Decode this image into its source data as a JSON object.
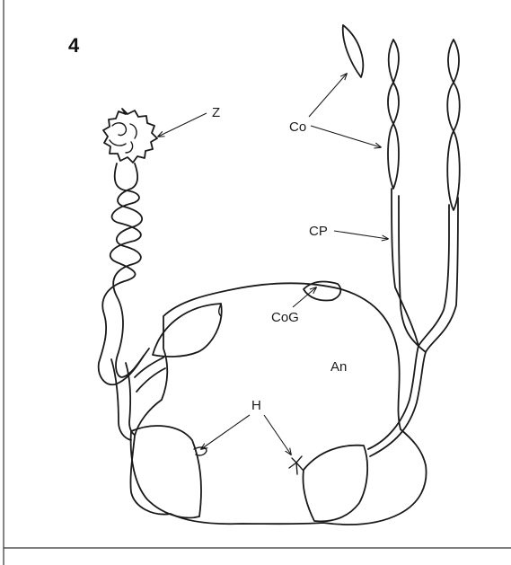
{
  "figure": {
    "number": "4",
    "border_color": "#333333",
    "ink_color": "#1a1a1a",
    "labels": {
      "Z": "Z",
      "Co": "Co",
      "CP": "CP",
      "CoG": "CoG",
      "An": "An",
      "H": "H"
    }
  }
}
